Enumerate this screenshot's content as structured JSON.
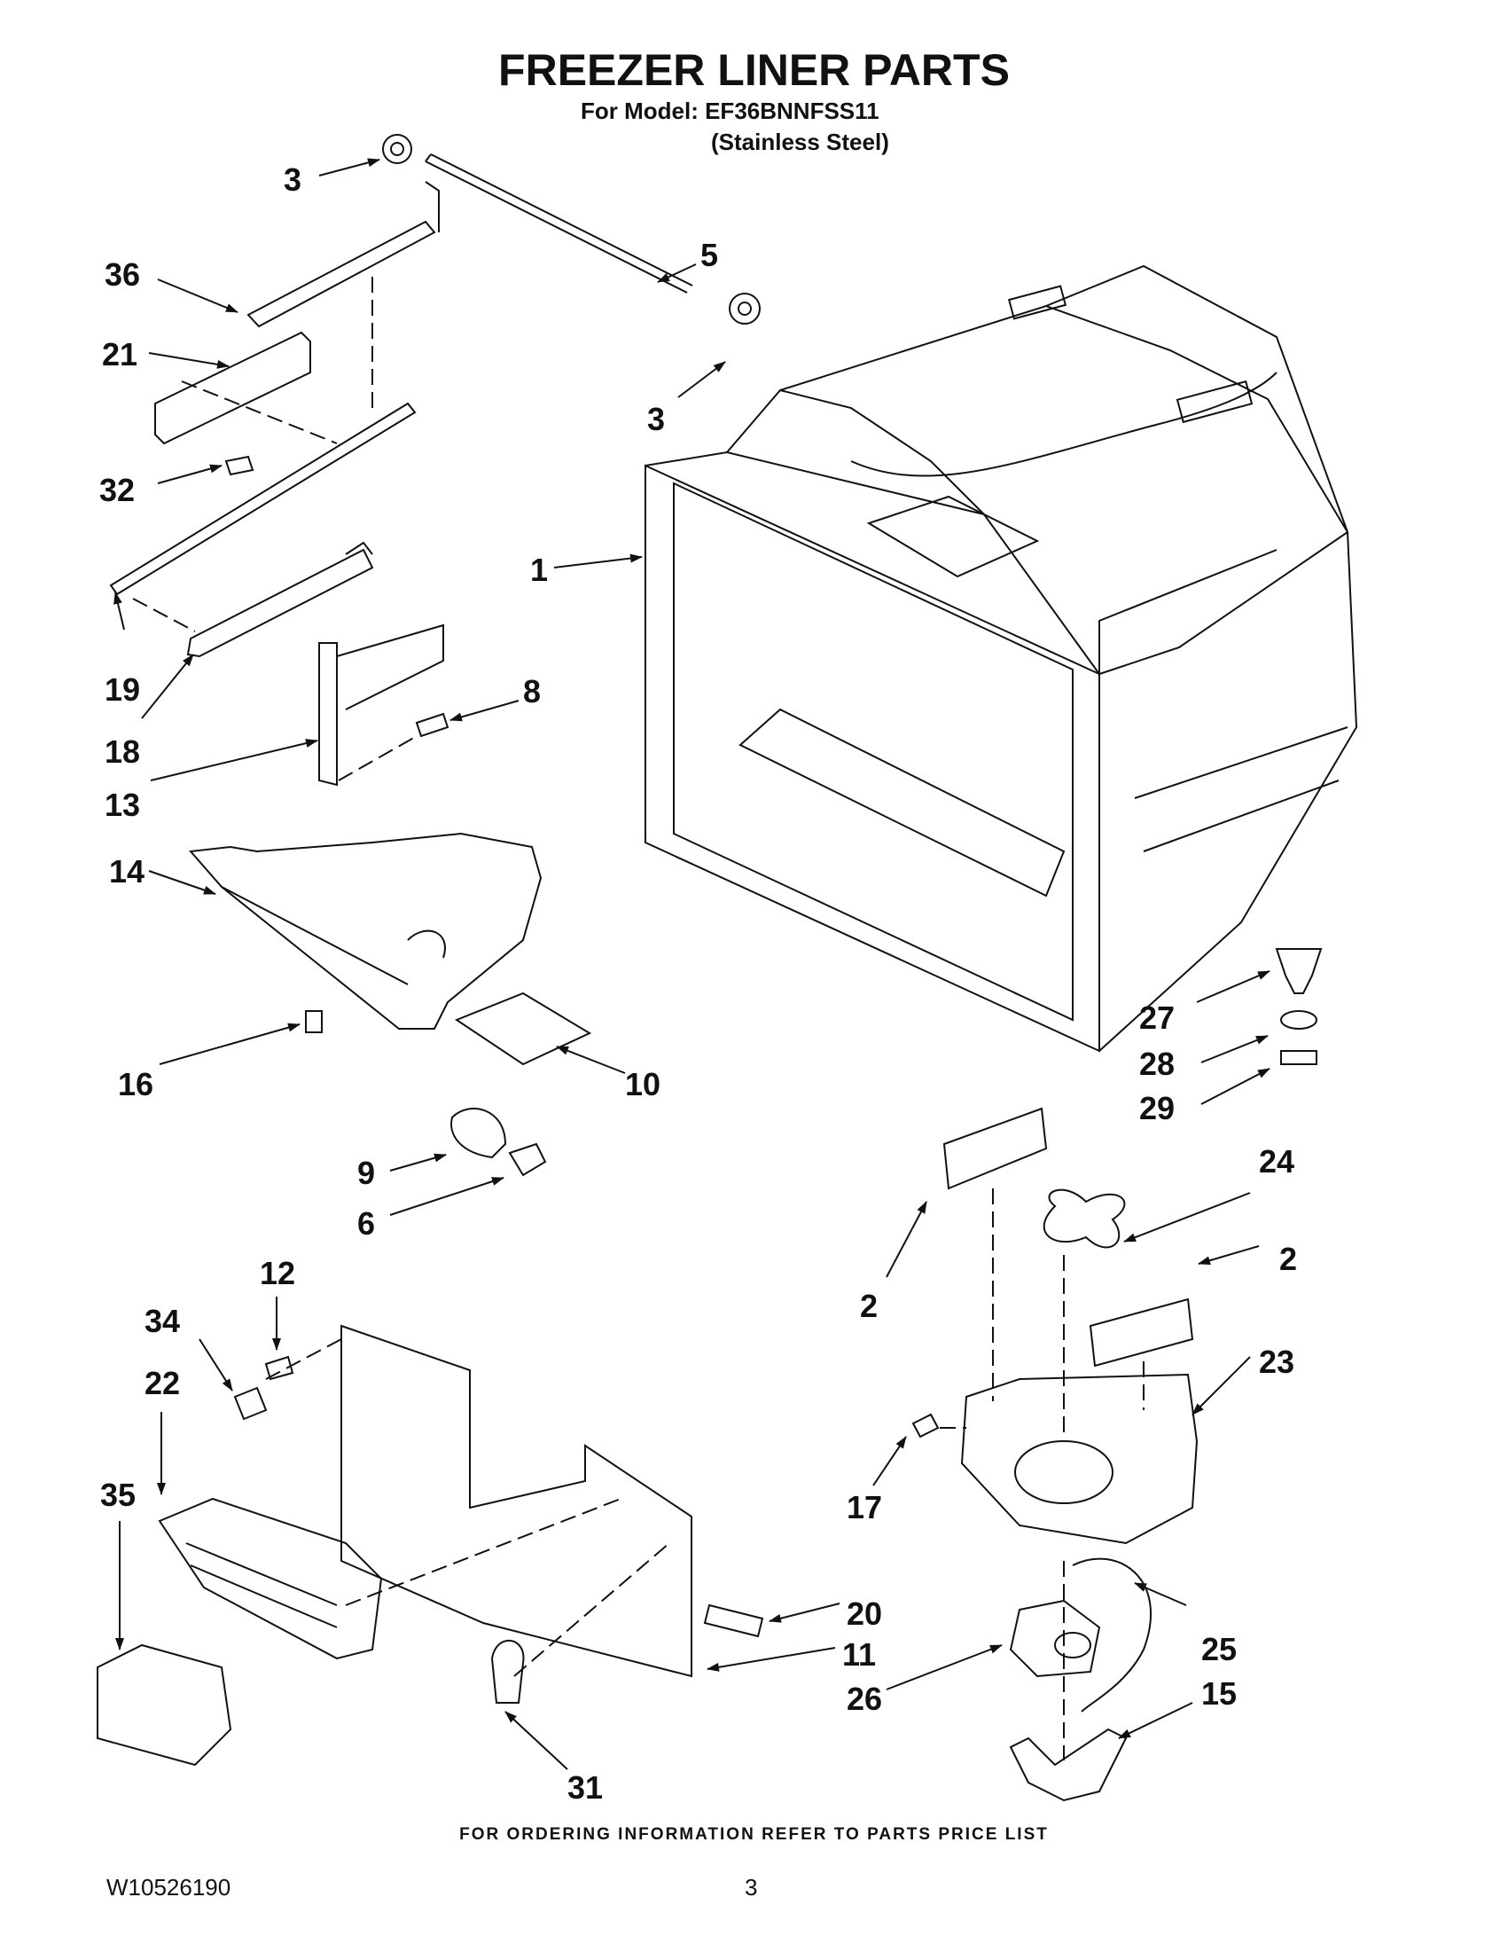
{
  "header": {
    "title": "FREEZER LINER PARTS",
    "model_line": "For Model: EF36BNNFSS11",
    "finish_line": "(Stainless Steel)"
  },
  "callouts": [
    {
      "id": "c3a",
      "text": "3"
    },
    {
      "id": "c36",
      "text": "36"
    },
    {
      "id": "c5",
      "text": "5"
    },
    {
      "id": "c21",
      "text": "21"
    },
    {
      "id": "c3b",
      "text": "3"
    },
    {
      "id": "c32",
      "text": "32"
    },
    {
      "id": "c1",
      "text": "1"
    },
    {
      "id": "c19",
      "text": "19"
    },
    {
      "id": "c18",
      "text": "18"
    },
    {
      "id": "c8",
      "text": "8"
    },
    {
      "id": "c13",
      "text": "13"
    },
    {
      "id": "c14",
      "text": "14"
    },
    {
      "id": "c27",
      "text": "27"
    },
    {
      "id": "c28",
      "text": "28"
    },
    {
      "id": "c29",
      "text": "29"
    },
    {
      "id": "c16",
      "text": "16"
    },
    {
      "id": "c10",
      "text": "10"
    },
    {
      "id": "c9",
      "text": "9"
    },
    {
      "id": "c6",
      "text": "6"
    },
    {
      "id": "c24",
      "text": "24"
    },
    {
      "id": "c2a",
      "text": "2"
    },
    {
      "id": "c2b",
      "text": "2"
    },
    {
      "id": "c12",
      "text": "12"
    },
    {
      "id": "c34",
      "text": "34"
    },
    {
      "id": "c22",
      "text": "22"
    },
    {
      "id": "c23",
      "text": "23"
    },
    {
      "id": "c17",
      "text": "17"
    },
    {
      "id": "c35",
      "text": "35"
    },
    {
      "id": "c20",
      "text": "20"
    },
    {
      "id": "c25",
      "text": "25"
    },
    {
      "id": "c11",
      "text": "11"
    },
    {
      "id": "c26",
      "text": "26"
    },
    {
      "id": "c15",
      "text": "15"
    },
    {
      "id": "c31",
      "text": "31"
    }
  ],
  "footer": {
    "ordering_note": "FOR ORDERING INFORMATION REFER TO PARTS PRICE LIST",
    "document_number": "W10526190",
    "page_number": "3"
  }
}
